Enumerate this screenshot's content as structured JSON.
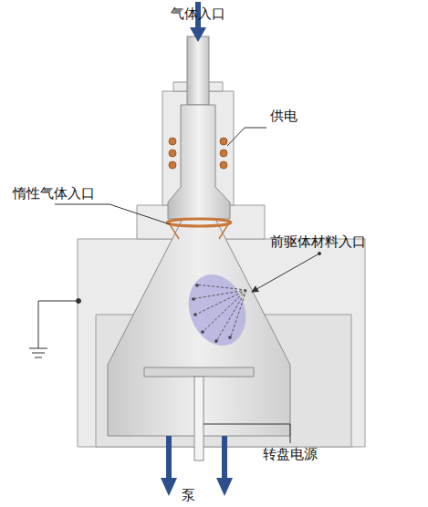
{
  "diagram": {
    "labels": [
      "气体入口",
      "供电",
      "惰性气体入口",
      "前驱体材料入口",
      "泵",
      "转盘电源"
    ]
  }
}
